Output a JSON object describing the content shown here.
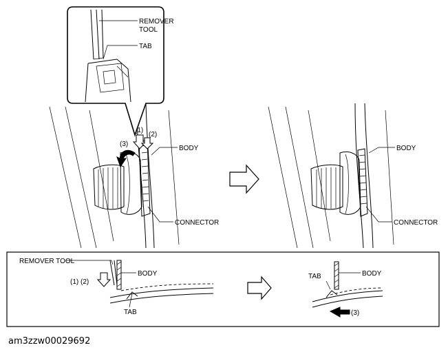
{
  "labels": {
    "remover_tool_top": [
      "REMOVER",
      "TOOL"
    ],
    "tab_top": "TAB",
    "body_left": "BODY",
    "connector_left": "CONNECTOR",
    "body_right": "BODY",
    "connector_right": "CONNECTOR",
    "step1": "(1)",
    "step2": "(2)",
    "step3": "(3)",
    "remover_tool_bottom": "REMOVER TOOL",
    "body_bottom_left": "BODY",
    "steps12_bottom": "(1)  (2)",
    "tab_bottom_left": "TAB",
    "tab_bottom_right": "TAB",
    "body_bottom_right": "BODY",
    "step3_bottom": "(3)"
  },
  "reference_code": "am3zzw00029692"
}
